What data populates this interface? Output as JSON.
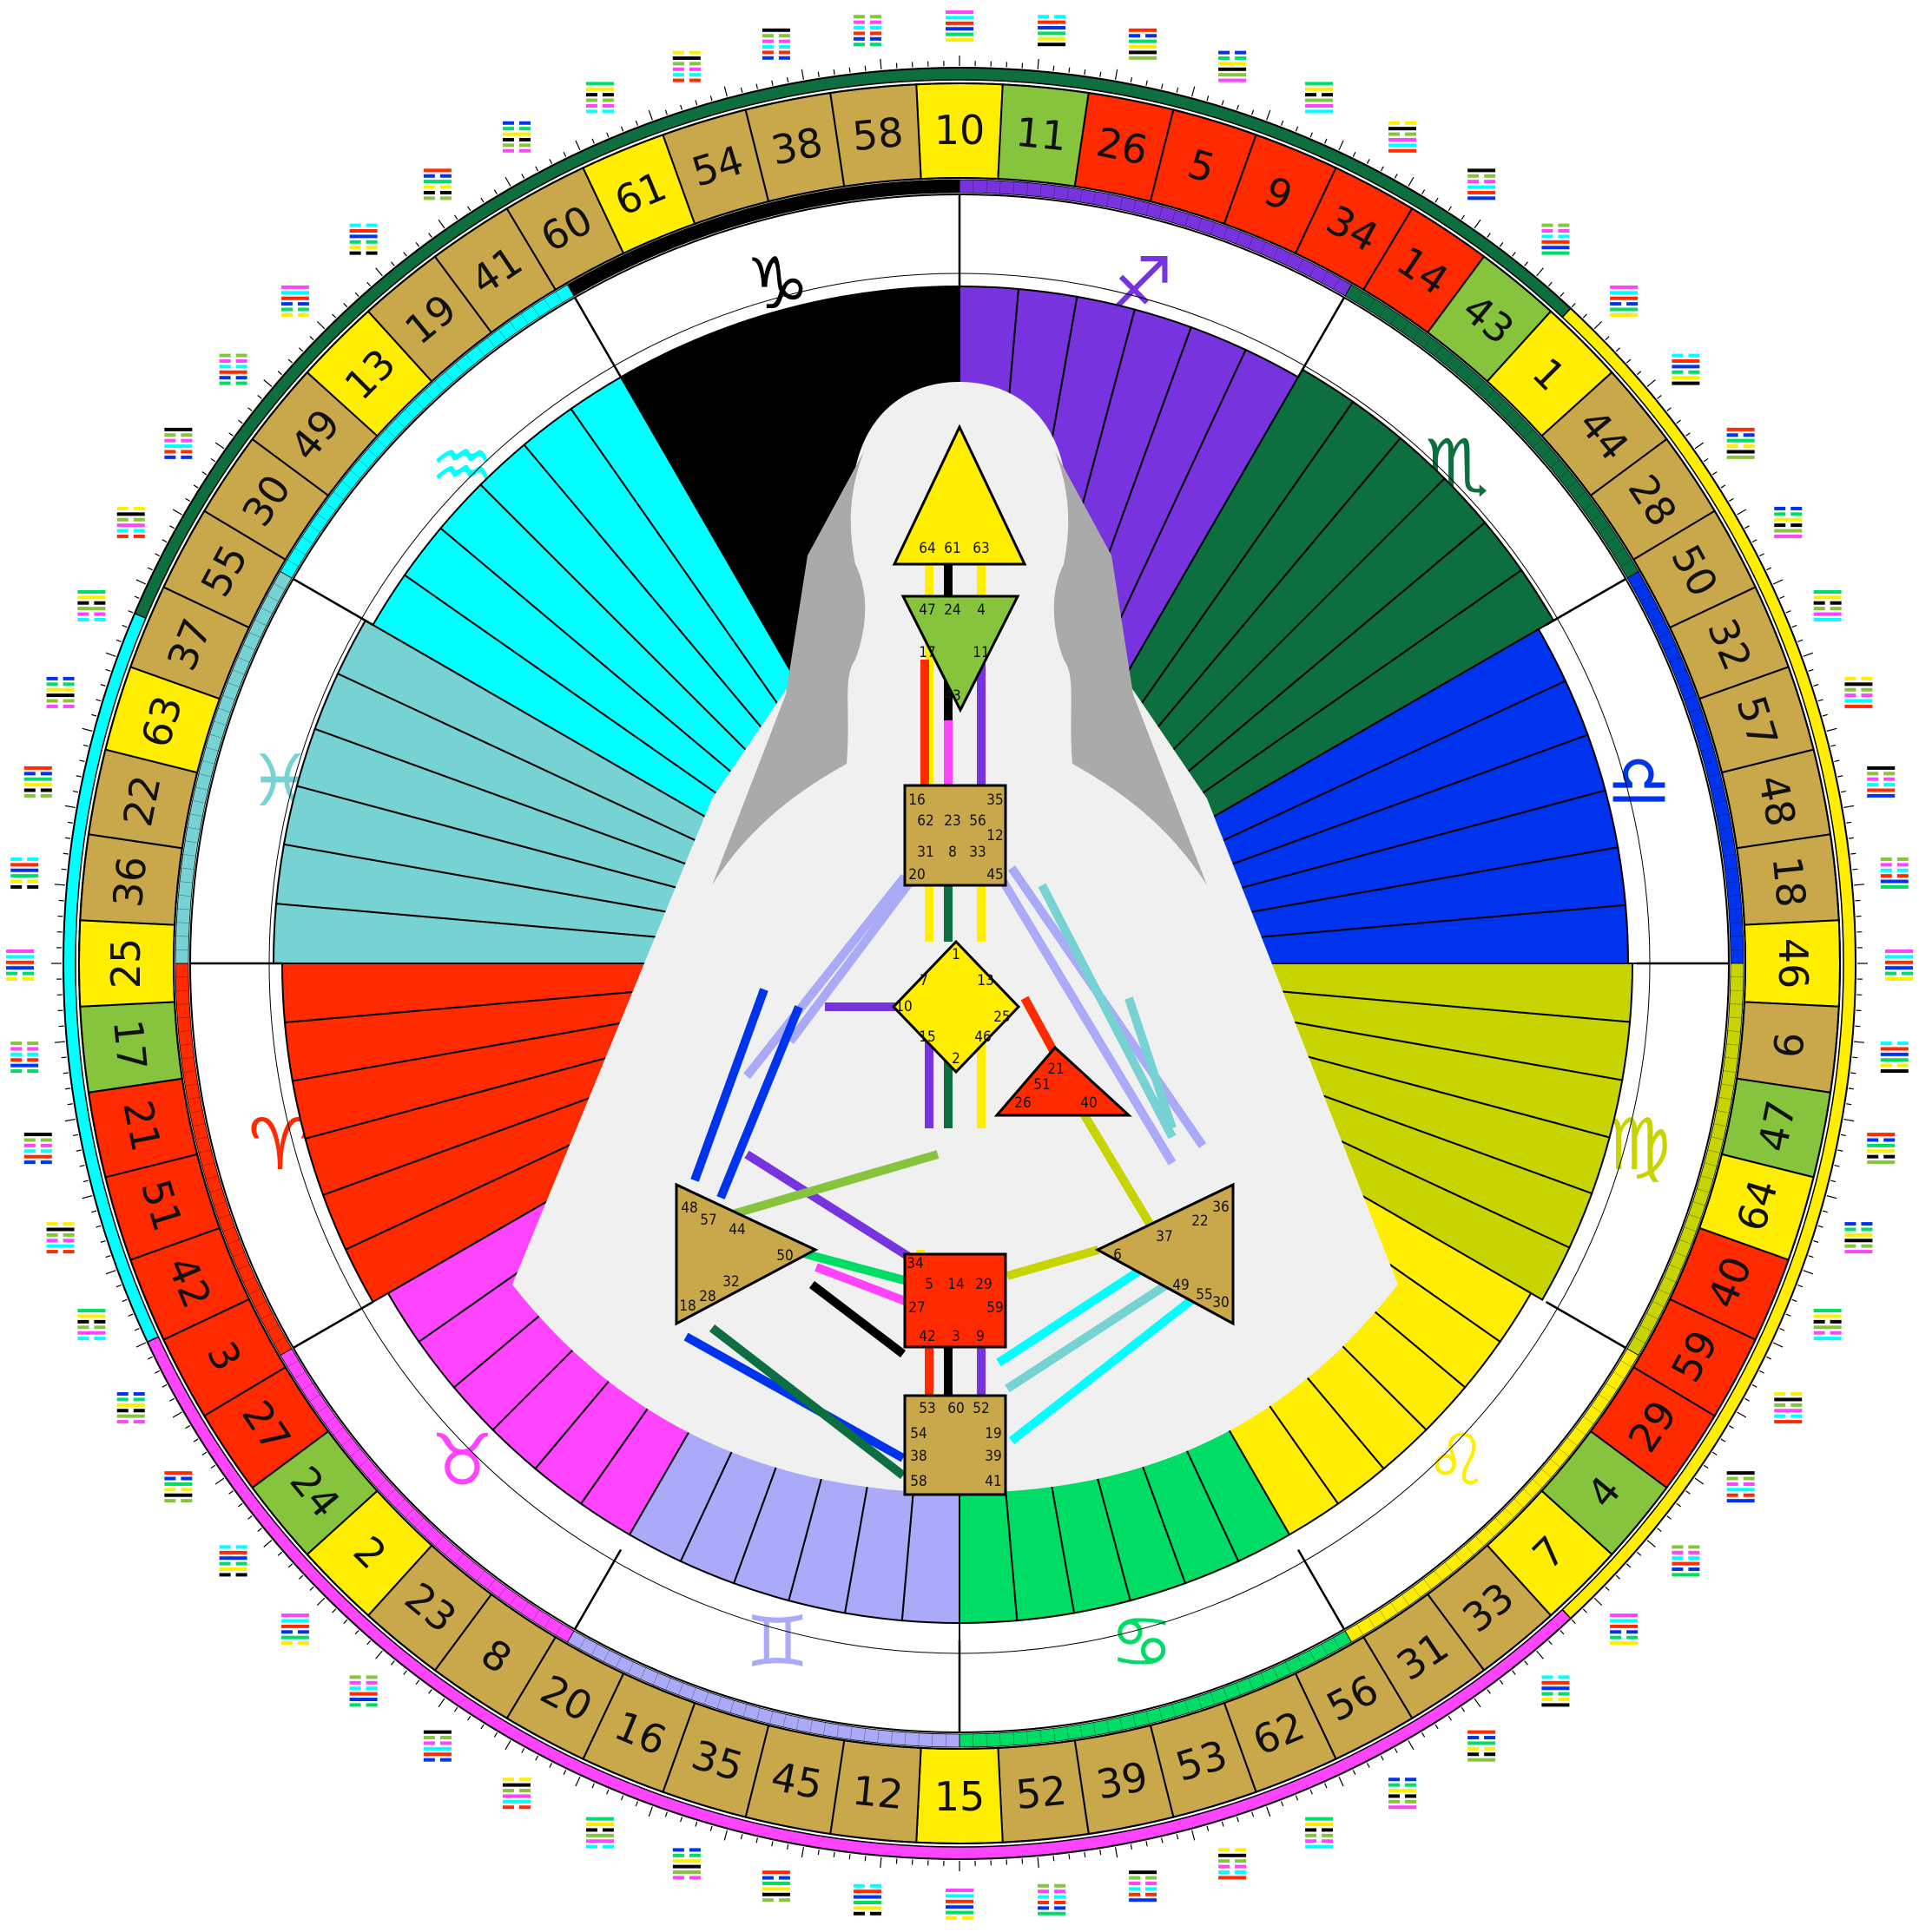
{
  "colors": {
    "gold": "#c9a84c",
    "yellow": "#ffee00",
    "lime": "#86c43e",
    "red": "#ff2a00",
    "darkgreen": "#0d6e40",
    "cyan": "#00ffff",
    "teal": "#77d3d3",
    "magenta": "#ff44ff",
    "lavender": "#aaaaf8",
    "green": "#00dd66",
    "olive": "#c8d400",
    "blue": "#0033ee",
    "purple": "#7733dd",
    "black": "#000000"
  },
  "gates": [
    {
      "n": "10",
      "c": "yellow"
    },
    {
      "n": "11",
      "c": "lime"
    },
    {
      "n": "26",
      "c": "red"
    },
    {
      "n": "5",
      "c": "red"
    },
    {
      "n": "9",
      "c": "red"
    },
    {
      "n": "34",
      "c": "red"
    },
    {
      "n": "14",
      "c": "red"
    },
    {
      "n": "43",
      "c": "lime"
    },
    {
      "n": "1",
      "c": "yellow"
    },
    {
      "n": "44",
      "c": "gold"
    },
    {
      "n": "28",
      "c": "gold"
    },
    {
      "n": "50",
      "c": "gold"
    },
    {
      "n": "32",
      "c": "gold"
    },
    {
      "n": "57",
      "c": "gold"
    },
    {
      "n": "48",
      "c": "gold"
    },
    {
      "n": "18",
      "c": "gold"
    },
    {
      "n": "46",
      "c": "yellow"
    },
    {
      "n": "6",
      "c": "gold"
    },
    {
      "n": "47",
      "c": "lime"
    },
    {
      "n": "64",
      "c": "yellow"
    },
    {
      "n": "40",
      "c": "red"
    },
    {
      "n": "59",
      "c": "red"
    },
    {
      "n": "29",
      "c": "red"
    },
    {
      "n": "4",
      "c": "lime"
    },
    {
      "n": "7",
      "c": "yellow"
    },
    {
      "n": "33",
      "c": "gold"
    },
    {
      "n": "31",
      "c": "gold"
    },
    {
      "n": "56",
      "c": "gold"
    },
    {
      "n": "62",
      "c": "gold"
    },
    {
      "n": "53",
      "c": "gold"
    },
    {
      "n": "39",
      "c": "gold"
    },
    {
      "n": "52",
      "c": "gold"
    },
    {
      "n": "15",
      "c": "yellow"
    },
    {
      "n": "12",
      "c": "gold"
    },
    {
      "n": "45",
      "c": "gold"
    },
    {
      "n": "35",
      "c": "gold"
    },
    {
      "n": "16",
      "c": "gold"
    },
    {
      "n": "20",
      "c": "gold"
    },
    {
      "n": "8",
      "c": "gold"
    },
    {
      "n": "23",
      "c": "gold"
    },
    {
      "n": "2",
      "c": "yellow"
    },
    {
      "n": "24",
      "c": "lime"
    },
    {
      "n": "27",
      "c": "red"
    },
    {
      "n": "3",
      "c": "red"
    },
    {
      "n": "42",
      "c": "red"
    },
    {
      "n": "51",
      "c": "red"
    },
    {
      "n": "21",
      "c": "red"
    },
    {
      "n": "17",
      "c": "lime"
    },
    {
      "n": "25",
      "c": "yellow"
    },
    {
      "n": "36",
      "c": "gold"
    },
    {
      "n": "22",
      "c": "gold"
    },
    {
      "n": "63",
      "c": "yellow"
    },
    {
      "n": "37",
      "c": "gold"
    },
    {
      "n": "55",
      "c": "gold"
    },
    {
      "n": "30",
      "c": "gold"
    },
    {
      "n": "49",
      "c": "gold"
    },
    {
      "n": "13",
      "c": "yellow"
    },
    {
      "n": "19",
      "c": "gold"
    },
    {
      "n": "41",
      "c": "gold"
    },
    {
      "n": "60",
      "c": "gold"
    },
    {
      "n": "61",
      "c": "yellow"
    },
    {
      "n": "54",
      "c": "gold"
    },
    {
      "n": "38",
      "c": "gold"
    },
    {
      "n": "58",
      "c": "gold"
    }
  ],
  "signs": [
    {
      "glyph": "♐",
      "color": "purple"
    },
    {
      "glyph": "♏",
      "color": "darkgreen"
    },
    {
      "glyph": "♎",
      "color": "blue"
    },
    {
      "glyph": "♍",
      "color": "olive"
    },
    {
      "glyph": "♌",
      "color": "yellow"
    },
    {
      "glyph": "♋",
      "color": "green"
    },
    {
      "glyph": "♊",
      "color": "lavender"
    },
    {
      "glyph": "♉",
      "color": "magenta"
    },
    {
      "glyph": "♈",
      "color": "red"
    },
    {
      "glyph": "♓",
      "color": "teal"
    },
    {
      "glyph": "♒",
      "color": "cyan"
    },
    {
      "glyph": "♑",
      "color": "black"
    }
  ],
  "centers": [
    {
      "id": "head",
      "color": "yellow",
      "nums": [
        "64",
        "61",
        "63"
      ]
    },
    {
      "id": "ajna",
      "color": "lime",
      "nums": [
        "47",
        "24",
        "4",
        "17",
        "11",
        "43"
      ]
    },
    {
      "id": "throat",
      "color": "gold",
      "nums": [
        "16",
        "35",
        "62",
        "23",
        "56",
        "12",
        "31",
        "8",
        "33",
        "20",
        "45"
      ]
    },
    {
      "id": "g",
      "color": "yellow",
      "nums": [
        "1",
        "7",
        "13",
        "10",
        "25",
        "15",
        "46",
        "2"
      ]
    },
    {
      "id": "ego",
      "color": "red",
      "nums": [
        "21",
        "51",
        "26",
        "40"
      ]
    },
    {
      "id": "spleen",
      "color": "gold",
      "nums": [
        "48",
        "57",
        "44",
        "50",
        "32",
        "28",
        "18"
      ]
    },
    {
      "id": "solar",
      "color": "gold",
      "nums": [
        "36",
        "22",
        "37",
        "6",
        "49",
        "55",
        "30"
      ]
    },
    {
      "id": "sacral",
      "color": "red",
      "nums": [
        "34",
        "5",
        "14",
        "29",
        "27",
        "59",
        "42",
        "3",
        "9"
      ]
    },
    {
      "id": "root",
      "color": "gold",
      "nums": [
        "53",
        "60",
        "52",
        "54",
        "19",
        "38",
        "39",
        "58",
        "41"
      ]
    }
  ]
}
